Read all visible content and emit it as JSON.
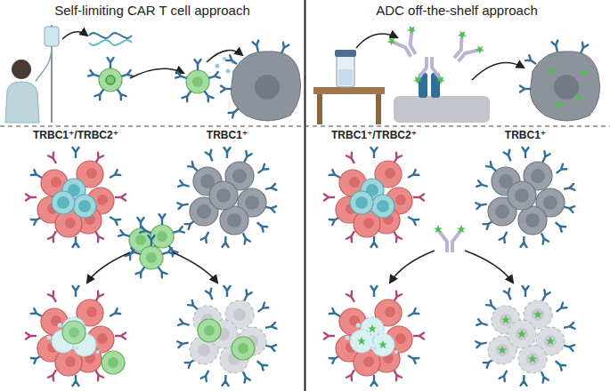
{
  "diagram": {
    "labels": [
      "Self-limiting CAR T cell approach",
      "ADC off-the-shelf approach",
      "TRBC1⁺/TRBC2⁺",
      "TRBC1⁺",
      "TRBC1⁺/TRBC2⁺",
      "TRBC1⁺"
    ]
  }
}
